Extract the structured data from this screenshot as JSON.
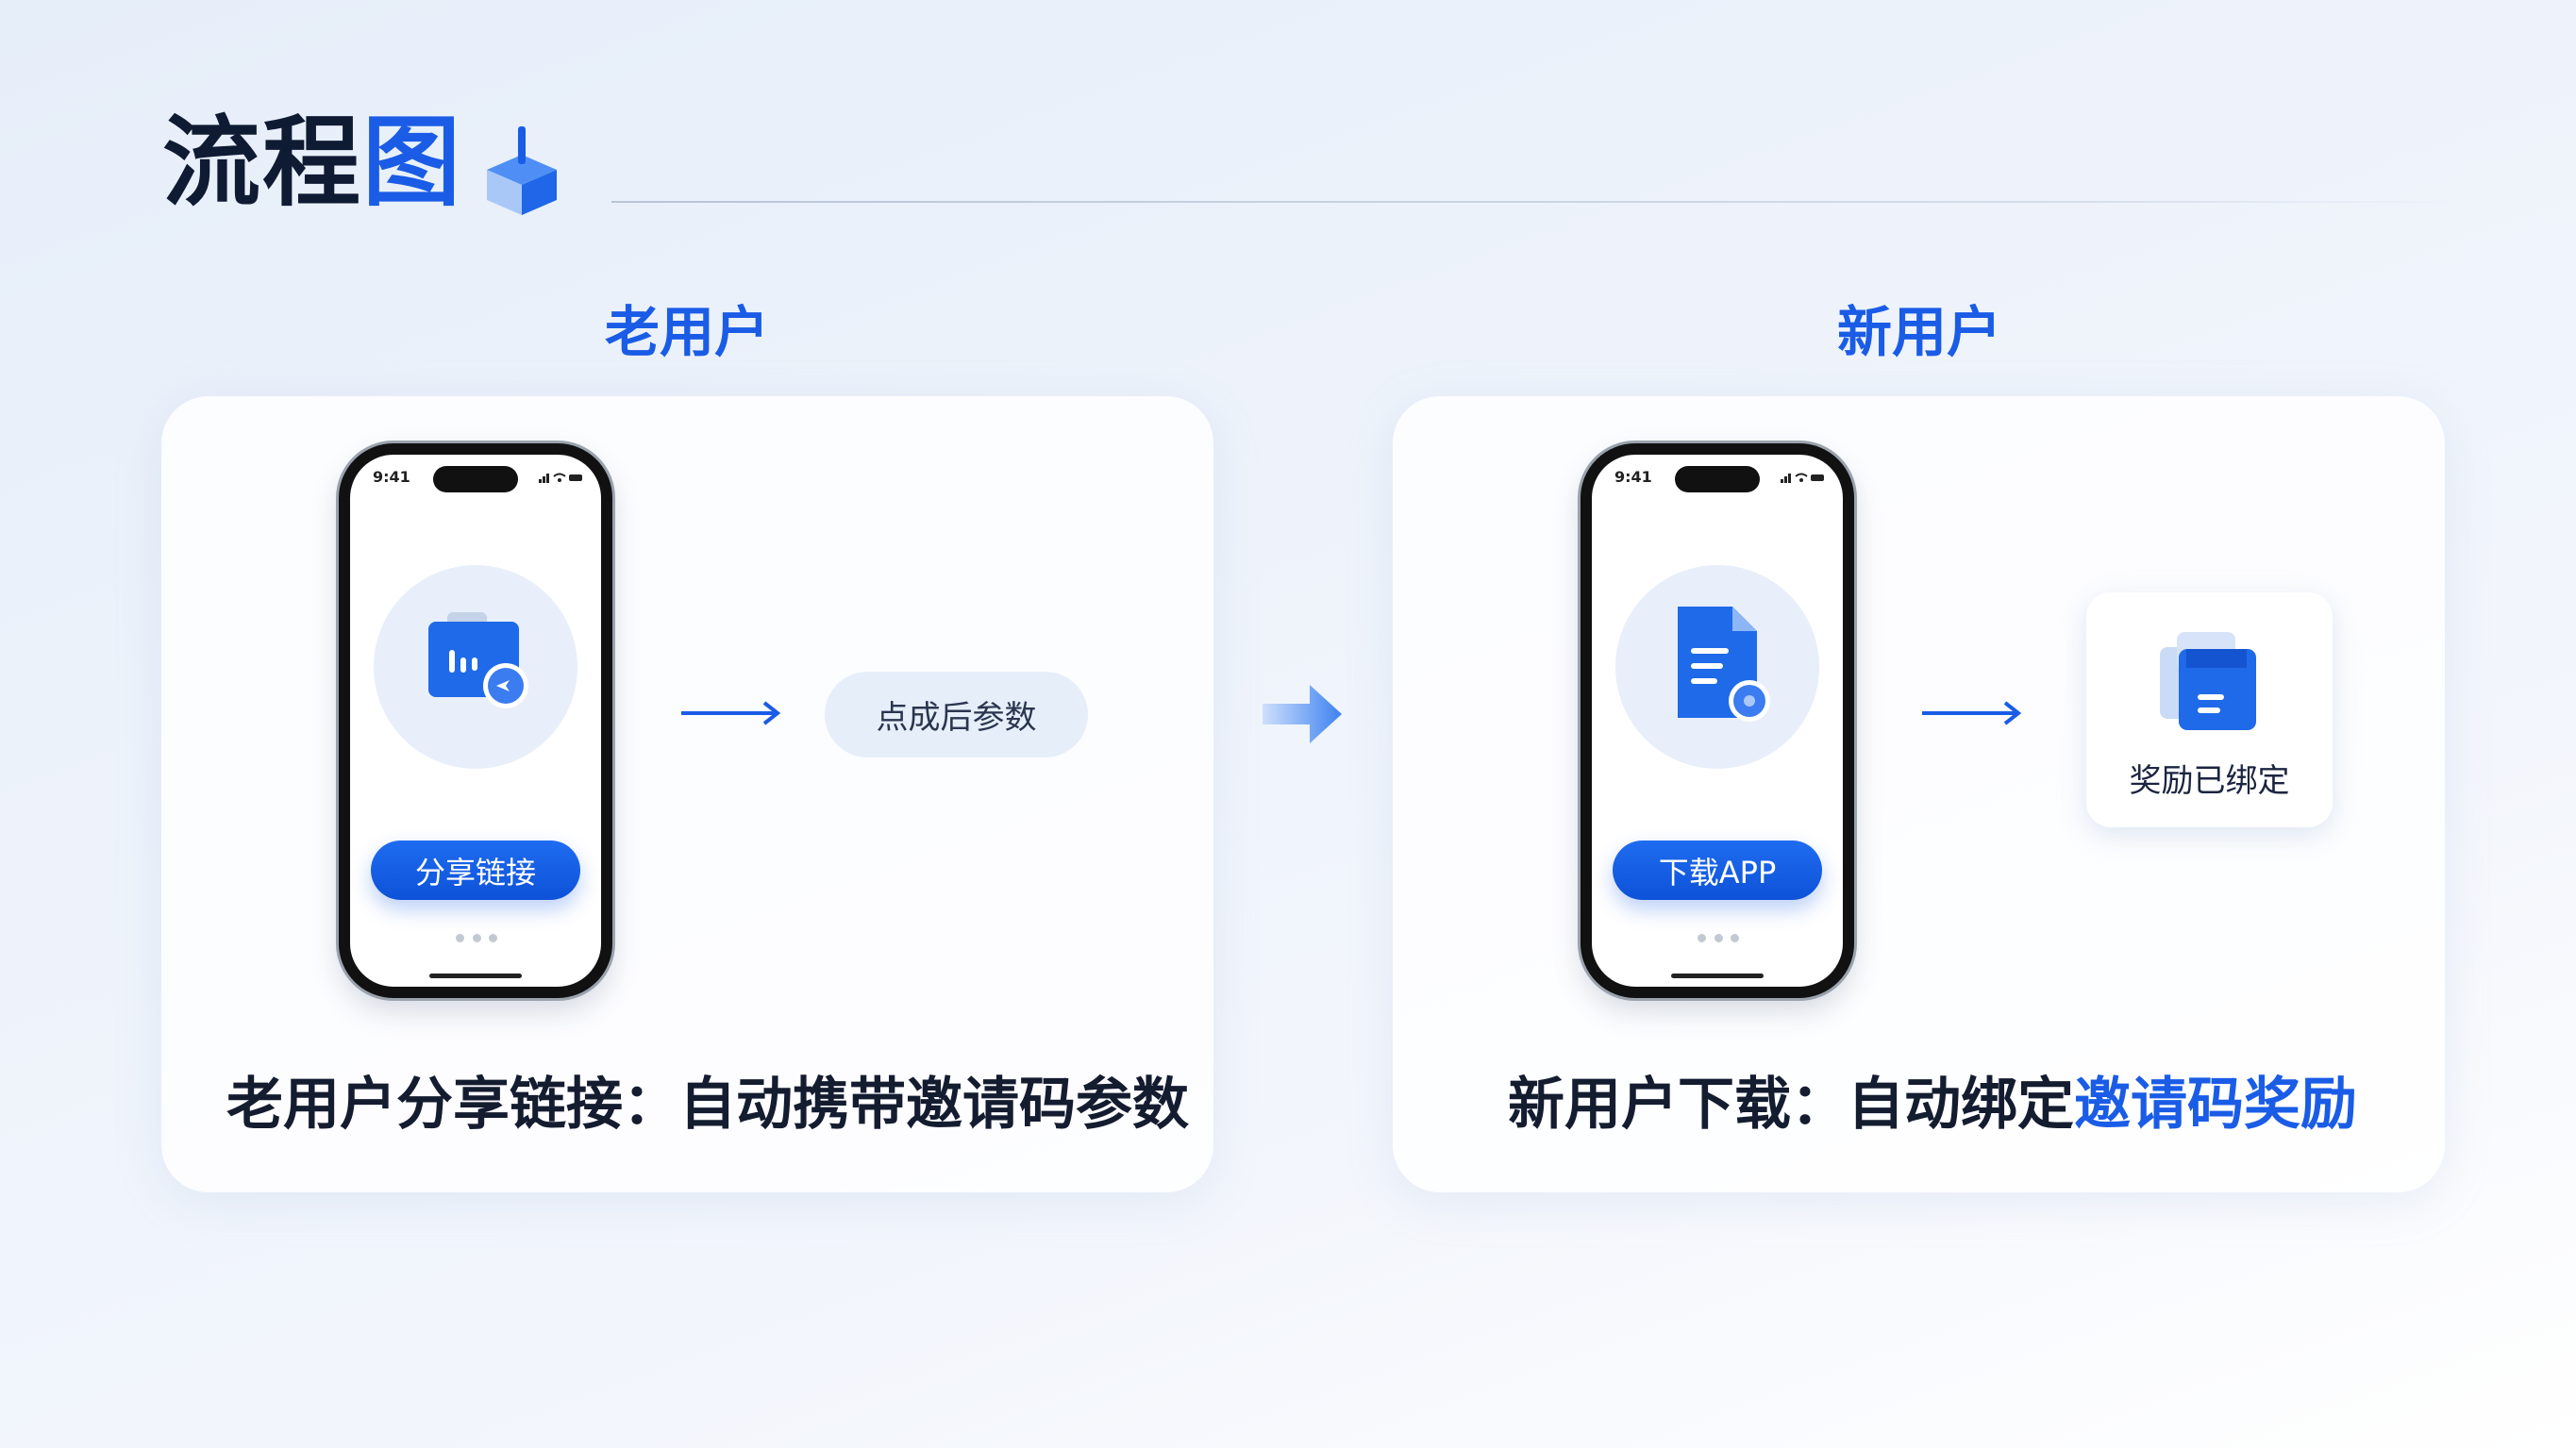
{
  "header": {
    "title_main": "流程",
    "title_highlight": "图"
  },
  "sections": [
    {
      "heading": "老用户",
      "phone": {
        "time": "9:41",
        "button": "分享链接"
      },
      "step_label": "点成后参数",
      "caption_main": "老用户分享链接：自动携带邀请码参数",
      "caption_highlight": ""
    },
    {
      "heading": "新用户",
      "phone": {
        "time": "9:41",
        "button": "下载APP"
      },
      "result_label": "奖励已绑定",
      "caption_main": "新用户下载：自动绑定",
      "caption_highlight": "邀请码奖励"
    }
  ],
  "colors": {
    "accent": "#1a5ce6",
    "text": "#141c30"
  }
}
